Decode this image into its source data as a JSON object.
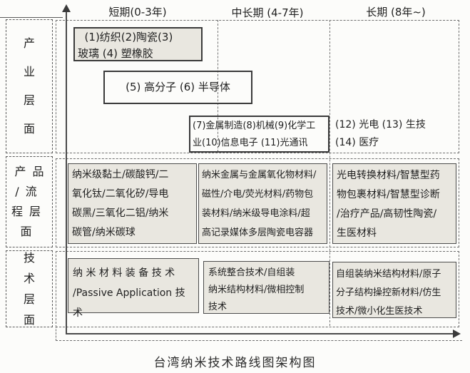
{
  "caption": "台湾纳米技术路线图架构图",
  "timeline_headers": {
    "short": "短期(0-3年)",
    "mid": "中长期 (4-7年)",
    "long": "长期 (8年~)"
  },
  "row_labels": {
    "industry": "产\n业\n层\n面",
    "product": "产品\n/流\n程层\n面",
    "technology": "技\n术\n层\n面"
  },
  "industry": {
    "box1": "  (1)纺织(2)陶瓷(3)\n玻璃 (4) 塑橡胶",
    "box2": "(5) 高分子 (6) 半导体",
    "box3": "(7)金属制造(8)机械(9)化学工\n业(10)信息电子 (11)光通讯",
    "box4": "(12) 光电 (13) 生技\n(14) 医疗"
  },
  "product": {
    "short": "纳米级黏土/碳酸钙/二\n氧化钛/二氧化矽/导电\n碳黑/三氧化二铝/纳米\n碳管/纳米碳球",
    "mid": "纳米金属与金属氧化物材料/\n磁性/介电/荧光材料/药物包\n装材料/纳米级导电涂料/超\n高记录媒体多层陶瓷电容器",
    "long": "光电转换材料/智慧型药\n物包裹材料/智慧型诊断\n/治疗产品/高韧性陶瓷/\n生医材料"
  },
  "technology": {
    "short": "纳 米 材 料 装 备 技 术\n/Passive Application 技术",
    "mid": "系统整合技术/自组装\n纳米结构材料/微相控制\n技术",
    "long": "自组装纳米结构材料/原子\n分子结构操控新材料/仿生\n技术/微小化生医技术"
  },
  "colors": {
    "box_shade": "#e9e7e0",
    "line": "#4a4a4a",
    "dashed_line": "#6e6e6e",
    "text": "#1f1f1f"
  }
}
